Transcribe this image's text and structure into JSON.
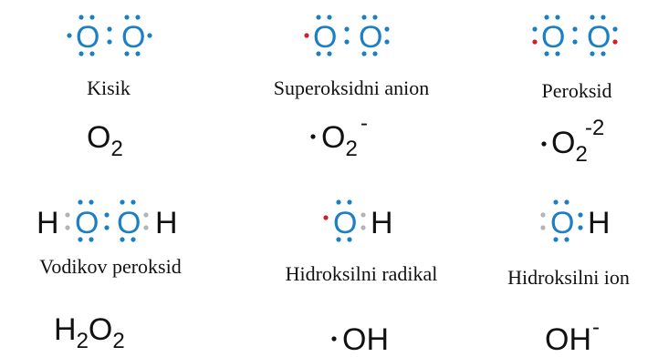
{
  "colors": {
    "oxygen": "#1a7fc4",
    "electron": "#1a7fc4",
    "unpaired_electron": "#d0202a",
    "hydrogen_bond_electron": "#b4b4b4",
    "text": "#111111"
  },
  "species": [
    {
      "name": "Kisik",
      "formula": {
        "base": "O",
        "sub": "2",
        "sup": "",
        "radical_dot": false
      },
      "lewis": [
        "O",
        "O"
      ]
    },
    {
      "name": "Superoksidni anion",
      "formula": {
        "base": "O",
        "sub": "2",
        "sup": "-",
        "radical_dot": true
      },
      "lewis": [
        "O",
        "O"
      ]
    },
    {
      "name": "Peroksid",
      "formula": {
        "base": "O",
        "sub": "2",
        "sup": "-2",
        "radical_dot": true
      },
      "lewis": [
        "O",
        "O"
      ]
    },
    {
      "name": "Vodikov peroksid",
      "formula": {
        "base": "H",
        "sub": "2",
        "base2": "O",
        "sub2": "2"
      },
      "lewis": [
        "H",
        "O",
        "O",
        "H"
      ]
    },
    {
      "name": "Hidroksilni radikal",
      "formula": {
        "base": "OH",
        "sup": "",
        "radical_dot": true
      },
      "lewis": [
        "O",
        "H"
      ]
    },
    {
      "name": "Hidroksilni ion",
      "formula": {
        "base": "OH",
        "sup": "-",
        "radical_dot": false
      },
      "lewis": [
        "O",
        "H"
      ]
    }
  ]
}
